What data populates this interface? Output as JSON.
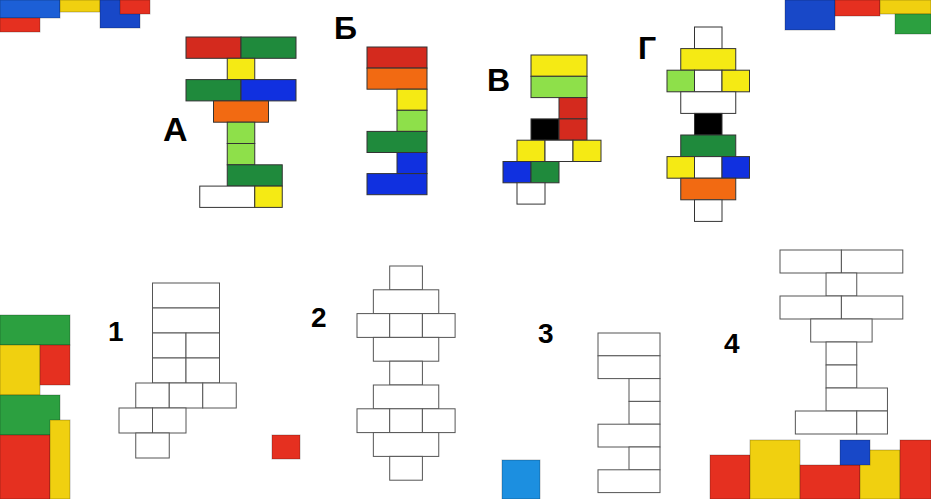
{
  "diagram": {
    "labels": [
      "А",
      "Б",
      "В",
      "Г",
      "1",
      "2",
      "3",
      "4"
    ]
  }
}
